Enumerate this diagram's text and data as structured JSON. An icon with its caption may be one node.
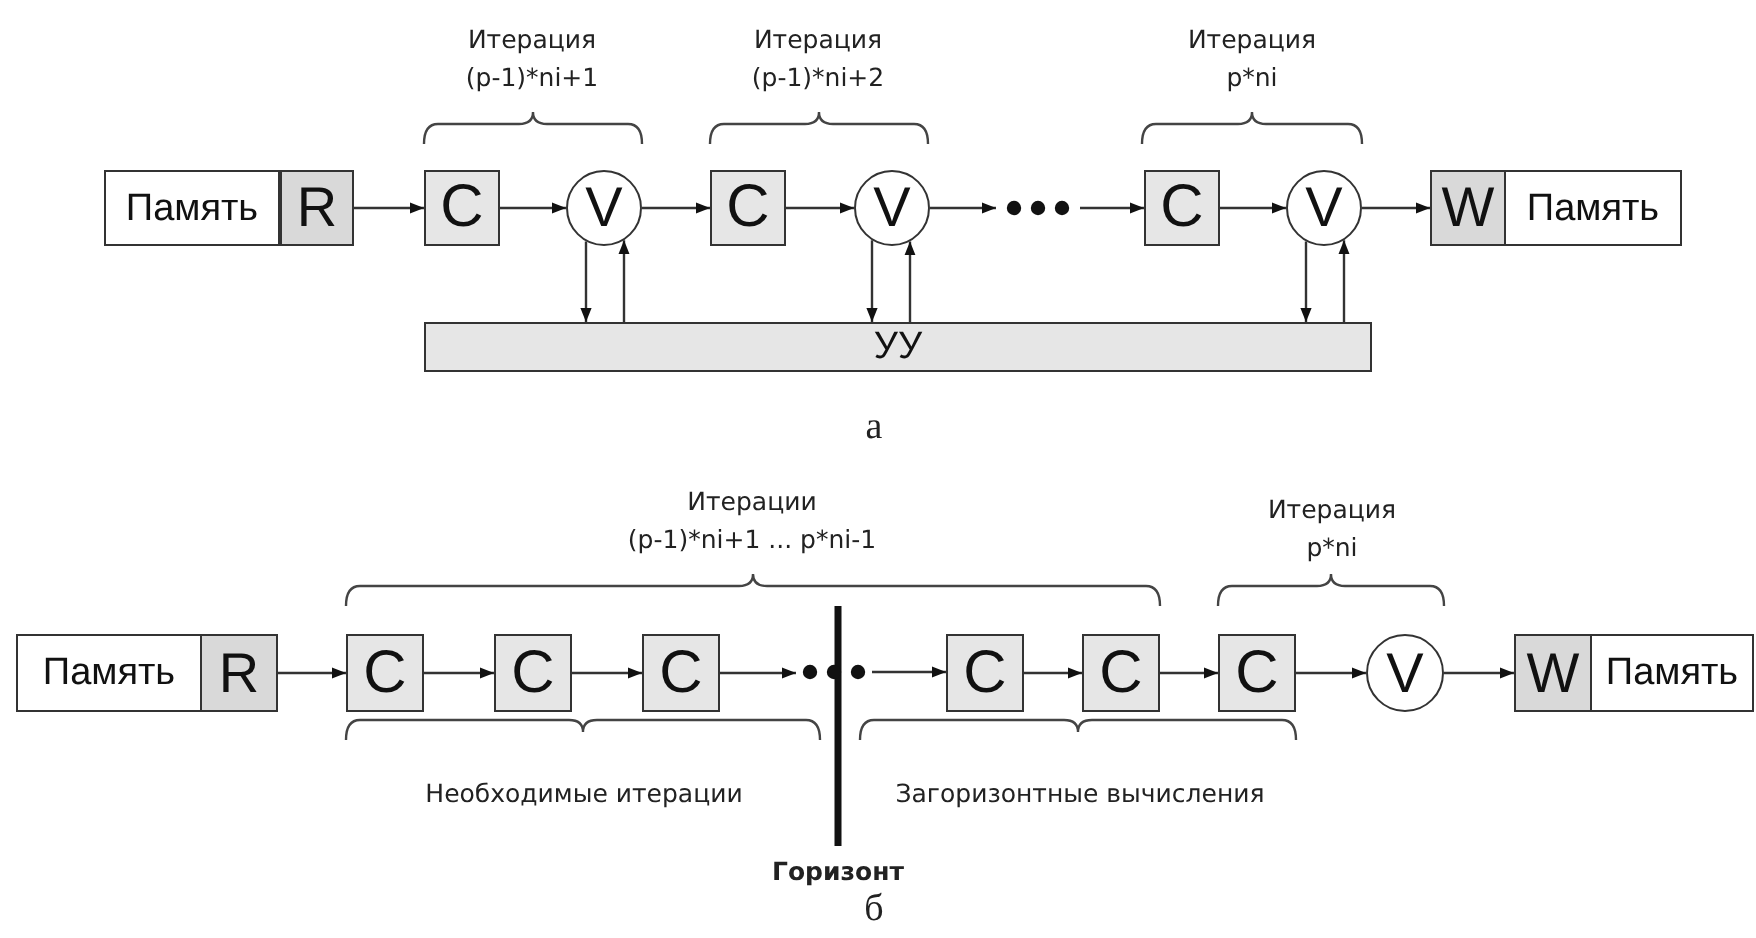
{
  "diagram": {
    "nodes": [
      {
        "text": [
          "Память"
        ]
      },
      {
        "text": [
          "R"
        ]
      },
      {
        "text": [
          "C"
        ]
      },
      {
        "text": [
          "V"
        ]
      },
      {
        "text": [
          "C"
        ]
      },
      {
        "text": [
          "V"
        ]
      },
      {
        "text": [],
        "shape": "dots"
      },
      {
        "text": [
          "C"
        ]
      },
      {
        "text": [
          "V"
        ]
      },
      {
        "text": [
          "W"
        ]
      },
      {
        "text": [
          "Память"
        ]
      },
      {
        "text": [
          "УУ"
        ]
      },
      {
        "text": [
          "Память"
        ]
      },
      {
        "text": [
          "R"
        ]
      },
      {
        "text": [
          "C"
        ]
      },
      {
        "text": [
          "C"
        ]
      },
      {
        "text": [
          "C"
        ]
      },
      {
        "text": [],
        "shape": "dots"
      },
      {
        "text": [
          "C"
        ]
      },
      {
        "text": [
          "C"
        ]
      },
      {
        "text": [
          "C"
        ]
      },
      {
        "text": [
          "V"
        ]
      },
      {
        "text": [
          "W"
        ]
      },
      {
        "text": [
          "Память"
        ]
      }
    ],
    "edges": [
      {
        "from": 1,
        "to": 2,
        "arrow": "to"
      },
      {
        "from": 2,
        "to": 3,
        "arrow": "to"
      },
      {
        "from": 3,
        "to": 4,
        "arrow": "to"
      },
      {
        "from": 4,
        "to": 5,
        "arrow": "to"
      },
      {
        "from": 5,
        "to": 6,
        "arrow": "to"
      },
      {
        "from": 6,
        "to": 7,
        "arrow": "to"
      },
      {
        "from": 7,
        "to": 8,
        "arrow": "to"
      },
      {
        "from": 8,
        "to": 9,
        "arrow": "to"
      },
      {
        "from": 3,
        "to": 11,
        "arrow": "to"
      },
      {
        "from": 11,
        "to": 3,
        "arrow": "to"
      },
      {
        "from": 5,
        "to": 11,
        "arrow": "to"
      },
      {
        "from": 11,
        "to": 5,
        "arrow": "to"
      },
      {
        "from": 8,
        "to": 11,
        "arrow": "to"
      },
      {
        "from": 11,
        "to": 8,
        "arrow": "to"
      },
      {
        "from": 13,
        "to": 14,
        "arrow": "to"
      },
      {
        "from": 14,
        "to": 15,
        "arrow": "to"
      },
      {
        "from": 15,
        "to": 16,
        "arrow": "to"
      },
      {
        "from": 16,
        "to": 17,
        "arrow": "to"
      },
      {
        "from": 17,
        "to": 18,
        "arrow": "to"
      },
      {
        "from": 18,
        "to": 19,
        "arrow": "to"
      },
      {
        "from": 19,
        "to": 20,
        "arrow": "to"
      },
      {
        "from": 20,
        "to": 21,
        "arrow": "to"
      },
      {
        "from": 21,
        "to": 22,
        "arrow": "to"
      }
    ],
    "labels": [
      "Итерация",
      "(p-1)*ni+1",
      "Итерация",
      "(p-1)*ni+2",
      "Итерация",
      "p*ni",
      "а",
      "Итерации",
      "(p-1)*ni+1 ... p*ni-1",
      "Итерация",
      "p*ni",
      "Необходимые итерации",
      "Загоризонтные вычисления",
      "Горизонт",
      "б"
    ]
  }
}
